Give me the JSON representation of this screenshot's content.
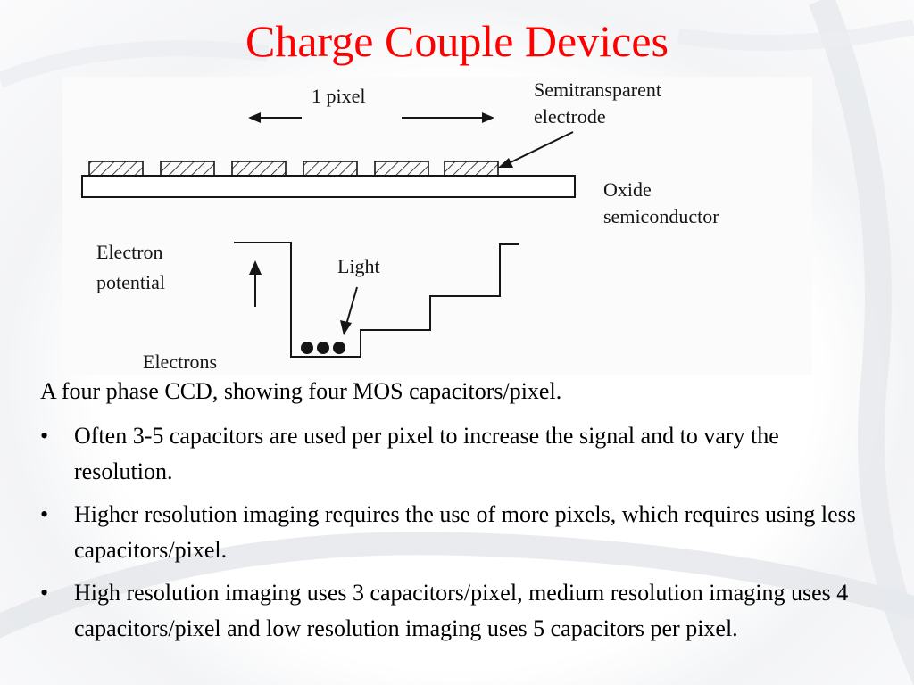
{
  "title": "Charge Couple Devices",
  "figure": {
    "label_pixel": "1 pixel",
    "label_electrode_line1": "Semitransparent",
    "label_electrode_line2": "electrode",
    "label_oxide": "Oxide",
    "label_semiconductor": "semiconductor",
    "label_potential_line1": "Electron",
    "label_potential_line2": "potential",
    "label_light": "Light",
    "label_electrons": "Electrons"
  },
  "caption": "A four phase CCD, showing four MOS capacitors/pixel.",
  "bullets": [
    {
      "mark": "•",
      "text": "Often 3-5 capacitors are used per pixel to increase the signal and to vary the resolution."
    },
    {
      "mark": "•",
      "text": "Higher resolution imaging requires the use of more pixels, which requires using less capacitors/pixel."
    },
    {
      "mark": "•",
      "text": "High resolution imaging uses 3 capacitors/pixel, medium resolution imaging uses 4 capacitors/pixel and low resolution imaging uses 5 capacitors per pixel."
    }
  ],
  "colors": {
    "title": "#ff0000",
    "text": "#000000",
    "diagram_ink": "#151515"
  }
}
